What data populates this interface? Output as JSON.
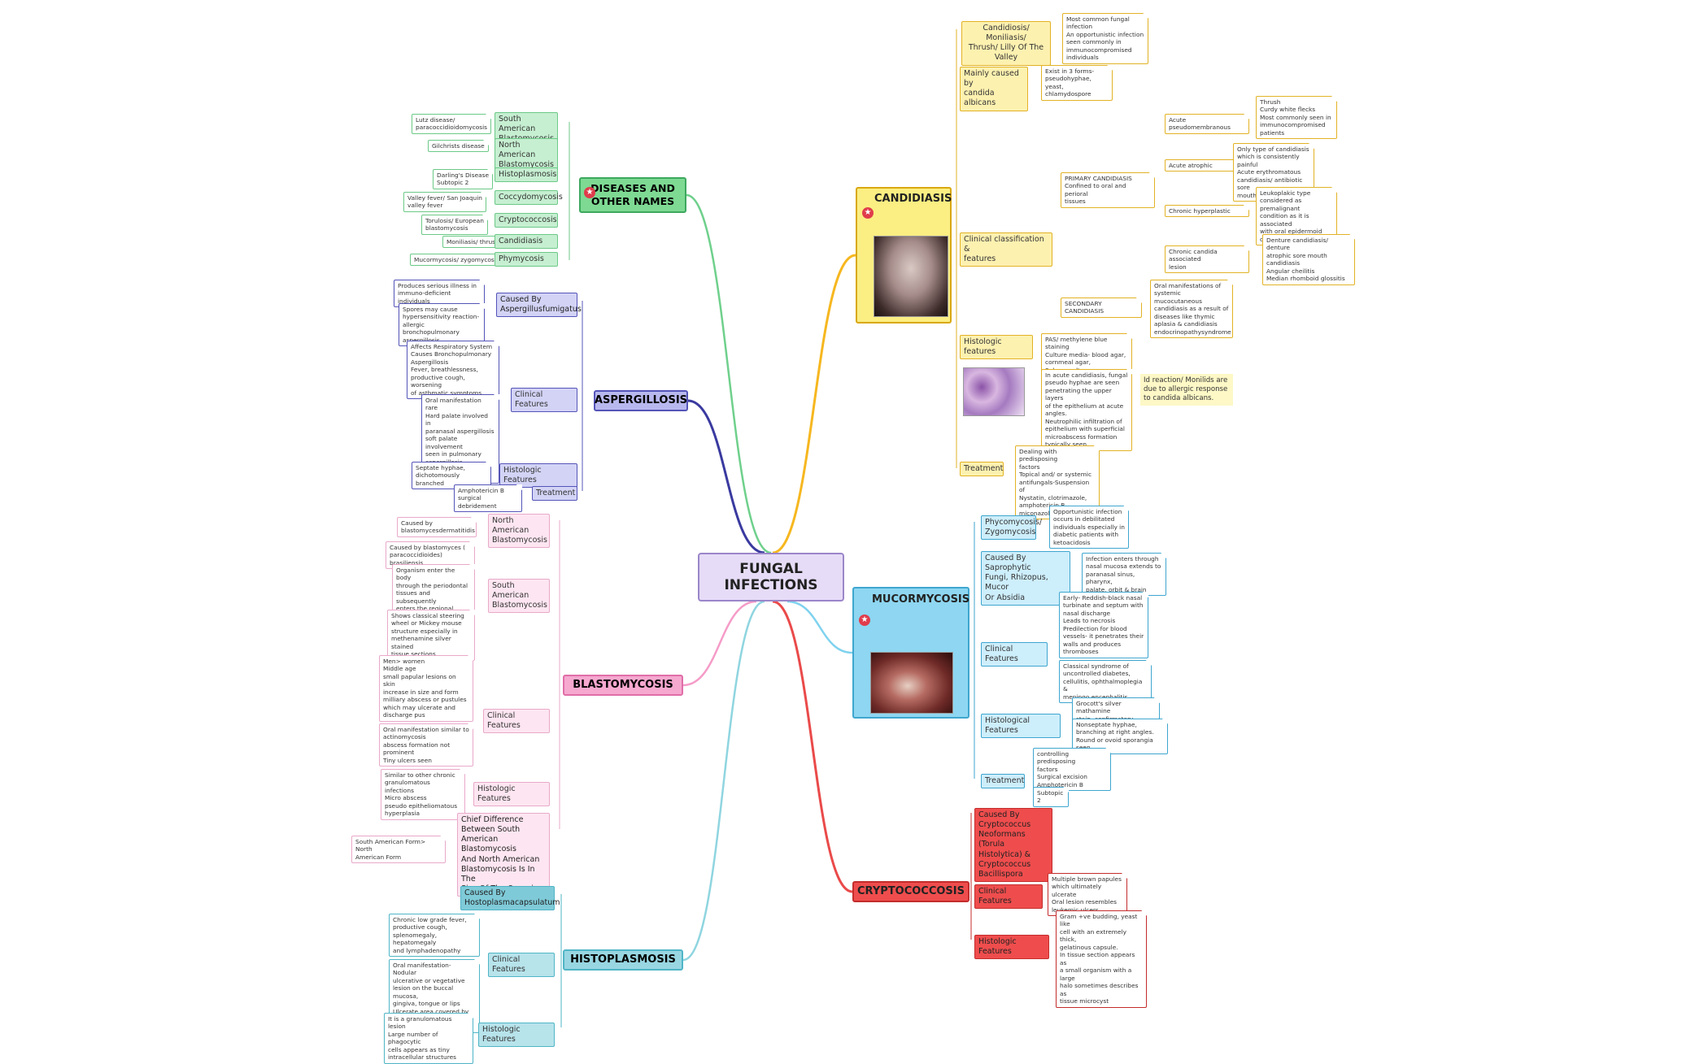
{
  "center": "FUNGAL\nINFECTIONS",
  "colors": {
    "diseases": "#6fd08c",
    "aspergillosis": "#3a3aa0",
    "blastomycosis": "#f59cc8",
    "histoplasmosis": "#8fd5e0",
    "candidiasis": "#f6b71f",
    "mucormycosis": "#7fd2ee",
    "cryptococcosis": "#ea4a4a"
  },
  "diseases": {
    "title": "DISEASES AND\nOTHER NAMES",
    "rows": [
      {
        "name": "South American\nBlastomycosis",
        "alias": "Lutz disease/\nparacoccidioidomycosis"
      },
      {
        "name": "North American\nBlastomycosis",
        "alias": "Gilchrists disease"
      },
      {
        "name": "Histoplasmosis",
        "alias": "Darling's Disease\nSubtopic 2"
      },
      {
        "name": "Coccydomycosis",
        "alias": "Valley fever/ San Joaquin\nvalley fever"
      },
      {
        "name": "Cryptococcosis",
        "alias": "Torulosis/ European\nblastomycosis"
      },
      {
        "name": "Candidiasis",
        "alias": "Moniliasis/ thrush"
      },
      {
        "name": "Phymycosis",
        "alias": "Mucormycosis/ zygomycosis"
      }
    ]
  },
  "aspergillosis": {
    "title": "ASPERGILLOSIS",
    "cause": "Caused By\nAspergillusfumigatus",
    "cause_leaves": [
      "Produces serious illness in\nimmuno-deficient individuals",
      "Spores may cause\nhypersensitivity reaction-\nallergic bronchopulmonary\naspergillosis"
    ],
    "clinical": "Clinical Features",
    "clinical_leaves": [
      "Affects Respiratory System\nCauses Bronchopulmonary\nAspergillosis\nFever, breathlessness,\nproductive cough, worsening\nof asthmatic symptoms",
      "Oral manifestation rare\nHard palate involved in\nparanasal aspergillosis\nsoft palate involvement\nseen in pulmonary\naspergillosis\nPainful ulcer with\nprogressive necrosis"
    ],
    "histo": "Histologic Features",
    "histo_leaf": "Septate hyphae,\ndichotomously branched",
    "treatment": "Treatment",
    "treatment_leaf": "Amphotericin B\nsurgical debridement"
  },
  "blastomycosis": {
    "title": "BLASTOMYCOSIS",
    "na": "North American\nBlastomycosis",
    "na_leaf": "Caused by\nblastomycesdermatitidis",
    "sa": "South American\nBlastomycosis",
    "sa_leaves": [
      "Caused by blastomyces (\nparacoccidioides) brasiliensis",
      "Organism enter the body\nthrough the periodontal\ntissues and subsequently\nenters the regional lymph\nnode.",
      "Shows classical steering\nwheel or Mickey mouse\nstructure especially in\nmethenamine silver stained\ntissue sections"
    ],
    "clinical": "Clinical Features",
    "clinical_leaves": [
      "Men> women\nMiddle age\nsmall papular lesions on skin\nincrease in size and form\nmilliary abscess or pustules\nwhich may ulcerate and\ndischarge pus",
      "Oral manifestation similar to\nactinomycosis\nabscess formation not\nprominent\nTiny ulcers seen"
    ],
    "histo": "Histologic Features",
    "histo_leaf": "Similar to other chronic\ngranulomatous infections\nMicro abscess\npseudo epitheliomatous\nhyperplasia",
    "chief": "Chief Difference\nBetween South\nAmerican Blastomycosis\nAnd North American\nBlastomycosis Is In The\nSize Of The Organism",
    "chief_leaf": "South American Form> North\nAmerican Form"
  },
  "histoplasmosis": {
    "title": "HISTOPLASMOSIS",
    "cause": "Caused By\nHostoplasmacapsulatum",
    "clinical": "Clinical Features",
    "clinical_leaves": [
      "Chronic low grade fever,\nproductive cough,\nsplenomegaly, hepatomegaly\nand lymphadenopathy",
      "Oral manifestation- Nodular\nulcerative or vegetative\nlesion on the buccal mucosa,\ngingiva, tongue or lips\nUlcerate area covered by\nnonspecific grey membrane"
    ],
    "histo": "Histologic Features",
    "histo_leaf": "It is a granulomatous lesion\nLarge number of phagocytic\ncells appears as tiny\nintracellular structures"
  },
  "candidiasis": {
    "title": "CANDIDIASIS",
    "names": "Candidiosis/ Moniliasis/\nThrush/ Lilly Of The\nValley",
    "names_leaf": "Most common fungal\ninfection\nAn opportunistic infection\nseen commonly in\nimmunocompromised\nindividuals",
    "cause": "Mainly caused by\ncandida albicans",
    "cause_leaf": "Exist in 3 forms-\npseudohyphae, yeast,\nchlamydospore",
    "classification": "Clinical classification &\nfeatures",
    "primary": "PRIMARY CANDIDIASIS\nConfined to oral and perioral\ntissues",
    "types": [
      {
        "name": "Acute pseudomembranous",
        "leaf": "Thrush\nCurdy white flecks\nMost commonly seen in\nimmunocompromised\npatients"
      },
      {
        "name": "Acute atrophic",
        "leaf": "Only type of candidiasis\nwhich is consistently painful\nAcute erythromatous\ncandidiasis/ antibiotic sore\nmouth"
      },
      {
        "name": "Chronic hyperplastic",
        "leaf": "Leukoplakic type\nconsidered as premalignant\ncondition as it is associated\nwith oral epidermoid\ncarcinoma"
      },
      {
        "name": "Chronic candida associated\nlesion",
        "leaf": "Denture candidiasis/ denture\natrophic sore mouth\ncandidiasis\nAngular cheilitis\nMedian rhomboid glossitis"
      }
    ],
    "secondary": "SECONDARY CANDIDIASIS",
    "secondary_leaf": "Oral manifestations of\nsystemic mucocutaneous\ncandidiasis as a result of\ndiseases like thymic\naplasia & candidiasis\nendocrinopathysyndrome",
    "histo": "Histologic features",
    "histo_leaves": [
      "PAS/ methylene blue staining\nCulture media- blood agar,\ncornmeal agar, Sabouraud's\nbroth",
      "In acute candidiasis, fungal\npseudo hyphae are seen\npenetrating the upper layers\nof the epithelium at acute\nangles.\nNeutrophilic infiltration of\nepithelium with superficial\nmicroabscess formation\ntypically seen."
    ],
    "callout": "Id reaction/ Monilids are\ndue to allergic response\nto candida albicans.",
    "treatment": "Treatment",
    "treatment_leaf": "Dealing with predisposing\nfactors\nTopical and/ or systemic\nantifungals-Suspension of\nNystatin, clotrimazole,\namphotericin B, miconazole"
  },
  "mucormycosis": {
    "title": "MUCORMYCOSIS",
    "a": "Phycomycosis/\nZygomycosis",
    "a_leaf": "Opportunistic infection\noccurs in debilitated\nindividuals especially in\ndiabetic patients with\nketoacidosis",
    "b": "Caused By Saprophytic\nFungi, Rhizopus, Mucor\nOr Absidia",
    "b_leaf": "Infection enters through\nnasal mucosa extends to\nparanasal sinus, pharynx,\npalate, orbit & brain",
    "clinical": "Clinical Features",
    "clinical_leaves": [
      "Early- Reddish-black nasal\nturbinate and septum with\nnasal discharge\nLeads to necrosis\nPredilection for blood\nvessels- it penetrates their\nwalls and produces\nthromboses",
      "Classical syndrome of\nuncontrolled diabetes,\ncellulitis, ophthalmoplegia &\nmeningo encephalitis"
    ],
    "histo": "Histological Features",
    "histo_leaves": [
      "Grocott's silver mathamine\nstain- confirmatory",
      "Nonseptate hyphae,\nbranching at right angles.\nRound or ovoid sporangia seen"
    ],
    "treatment": "Treatment",
    "treatment_leaves": [
      "controlling predisposing\nfactors\nSurgical excision\nAmphotericin B",
      "Subtopic 2"
    ]
  },
  "cryptococcosis": {
    "title": "CRYPTOCOCCOSIS",
    "cause": "Caused By\nCryptococcus\nNeoformans (Torula\nHistolytica) &\nCryptococcus\nBacillispora",
    "clinical": "Clinical Features",
    "clinical_leaf": "Multiple brown papules\nwhich ultimately ulcerate\nOral lesion resembles\nleukemic ulcers",
    "histo": "Histologic Features",
    "histo_leaf": "Gram +ve budding, yeast like\ncell with an extremely thick,\ngelatinous capsule.\nIn tissue section appears as\na small organism with a large\nhalo sometimes describes as\ntissue microcyst"
  },
  "icons": {
    "priority": "star-icon"
  }
}
